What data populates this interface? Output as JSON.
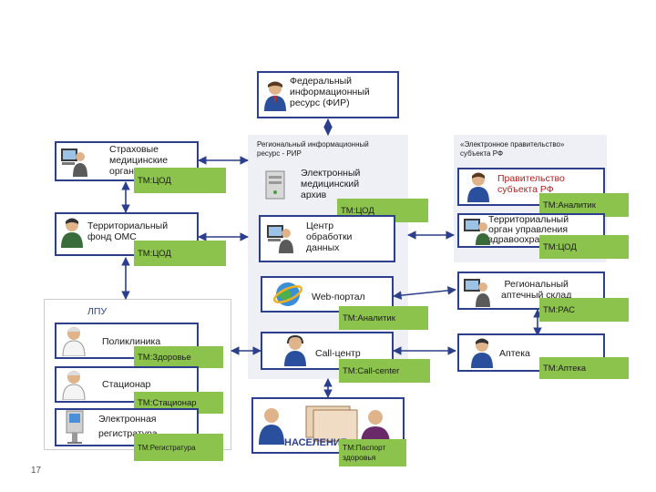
{
  "federal": {
    "text": "Федеральный\nинформационный\nресурс (ФИР)"
  },
  "regional_title": "Региональный информационный\nресурс - РИР",
  "egov_title": "«Электронное правительство»\nсубъекта РФ",
  "insurance": {
    "text": "Страховые\nмедицинские\nорганизации",
    "tm": "ТМ:ЦОД"
  },
  "tfoms": {
    "text": "Территориальный\nфонд ОМС",
    "tm": "ТМ:ЦОД"
  },
  "archive": {
    "text": "Электронный\nмедицинский\nархив",
    "tm": "ТМ:ЦОД"
  },
  "center": {
    "text": "Центр\nобработки\nданных"
  },
  "government": {
    "text": "Правительство\nсубъекта РФ",
    "tm": "ТМ:Аналитик"
  },
  "health_org": {
    "text": "Территориальный\nорган управления\nздравоохранения",
    "tm": "ТМ:ЦОД"
  },
  "webportal": {
    "text": "Web-портал",
    "tm": "ТМ:Аналитик"
  },
  "pharm_warehouse": {
    "text": "Региональный\nаптечный склад",
    "tm": "ТМ:РАС"
  },
  "lpu": {
    "title": "ЛПУ"
  },
  "clinic": {
    "text": "Поликлиника",
    "tm": "ТМ:Здоровье"
  },
  "hospital": {
    "text": "Стационар",
    "tm": "ТМ:Стационар"
  },
  "registry": {
    "text": "Электронная\nрегистратура",
    "tm": "ТМ:Регистратура"
  },
  "callcenter": {
    "text": "Call-центр",
    "tm": "ТМ:Call-center"
  },
  "pharmacy": {
    "text": "Аптека",
    "tm": "ТМ:Аптека"
  },
  "population": {
    "text": "НАСЕЛЕНИЕ",
    "tm": "ТМ:Паспорт\nздоровья"
  },
  "page_number": "17",
  "colors": {
    "box_border": "#2b3f8c",
    "tm_badge": "#8cc34d",
    "panel": "#eef0f6",
    "alt_title": "#b02020"
  }
}
